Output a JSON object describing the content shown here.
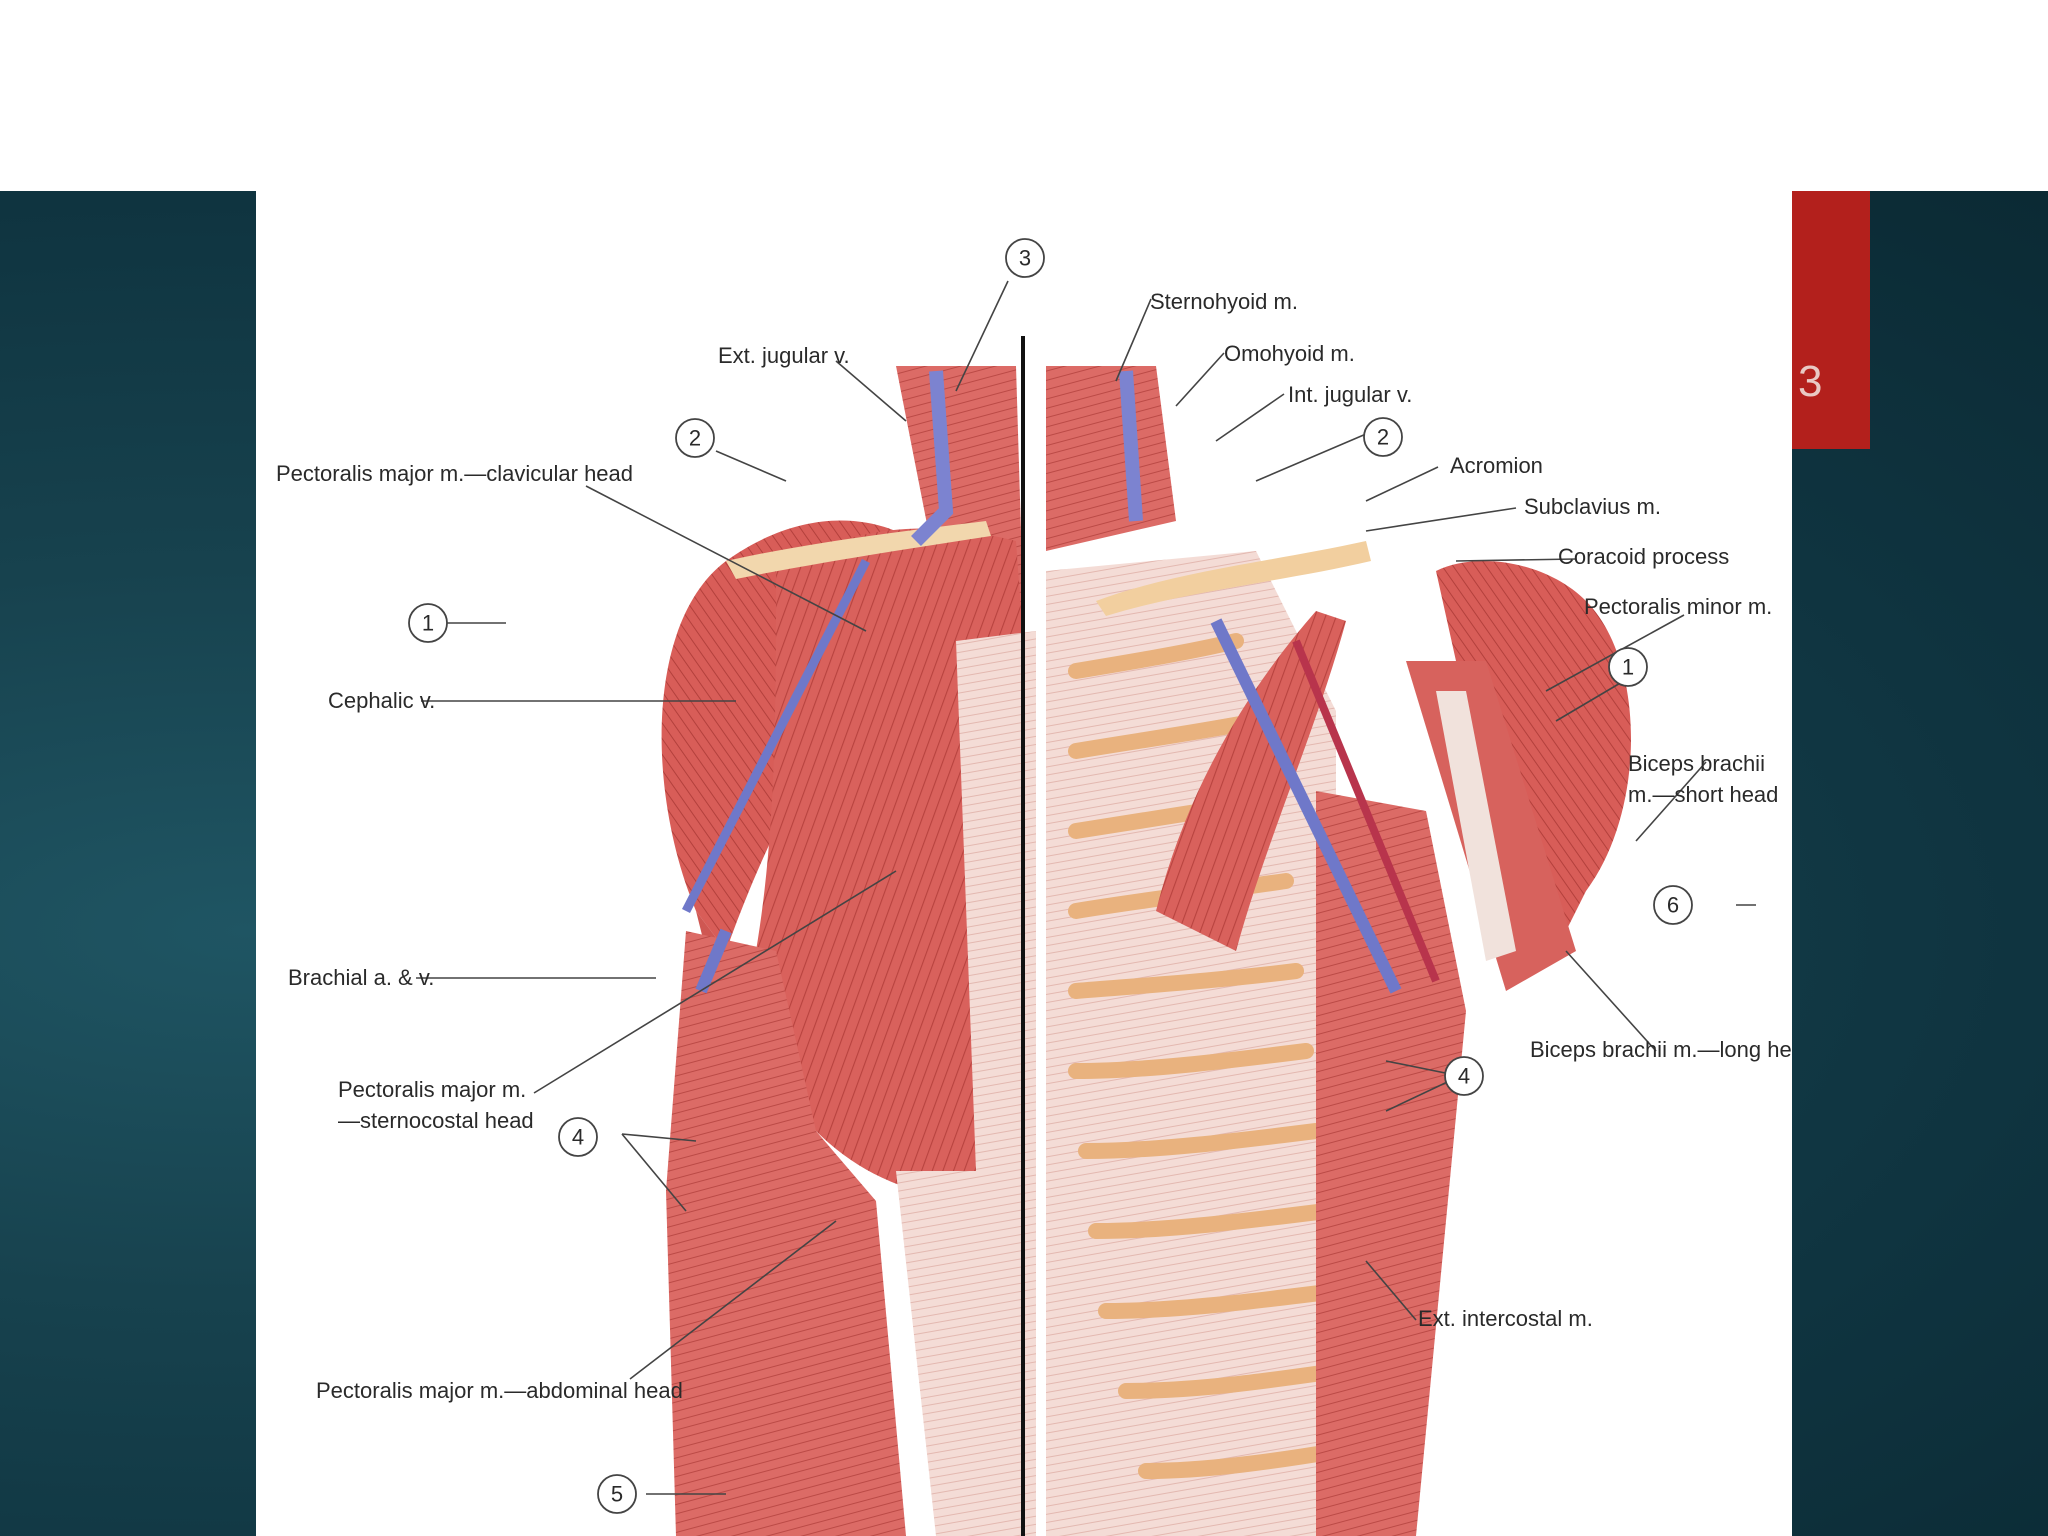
{
  "slide": {
    "page_number": "3",
    "colors": {
      "background": "#0f3440",
      "tab": "#b3201c",
      "panel": "#ffffff"
    }
  },
  "figure": {
    "callouts": {
      "c1": "3",
      "c2": "2",
      "c3": "2",
      "c4": "1",
      "c5": "1",
      "c6": "6",
      "c7": "4",
      "c8": "4",
      "c9": "5"
    },
    "labels": {
      "ext_jugular": "Ext. jugular v.",
      "pec_clavicular": "Pectoralis major m.—clavicular head",
      "cephalic": "Cephalic v.",
      "brachial": "Brachial a. & v.",
      "pec_sterno_1": "Pectoralis major m.",
      "pec_sterno_2": "—sternocostal head",
      "pec_abdominal": "Pectoralis major m.—abdominal head",
      "sternohyoid": "Sternohyoid m.",
      "omohyoid": "Omohyoid m.",
      "int_jugular": "Int. jugular v.",
      "acromion": "Acromion",
      "subclavius": "Subclavius m.",
      "coracoid": "Coracoid process",
      "pec_minor": "Pectoralis minor m.",
      "biceps_short_1": "Biceps brachii",
      "biceps_short_2": "m.—short head",
      "biceps_long": "Biceps brachii m.—long head",
      "ext_intercostal": "Ext. intercostal m."
    }
  }
}
